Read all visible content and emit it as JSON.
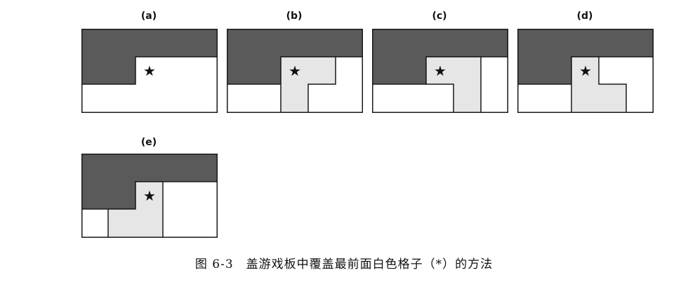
{
  "panels": [
    {
      "label": "(a)"
    },
    {
      "label": "(b)"
    },
    {
      "label": "(c)"
    },
    {
      "label": "(d)"
    },
    {
      "label": "(e)"
    }
  ],
  "colors": {
    "dark_cover": "#5a5a5a",
    "light_cover": "#e6e6e6",
    "empty": "#ffffff",
    "outline": "#1a1a1a"
  },
  "marker_icon": "star-icon",
  "caption": {
    "number": "图 6-3",
    "text": "盖游戏板中覆盖最前面白色格子（*）的方法"
  }
}
